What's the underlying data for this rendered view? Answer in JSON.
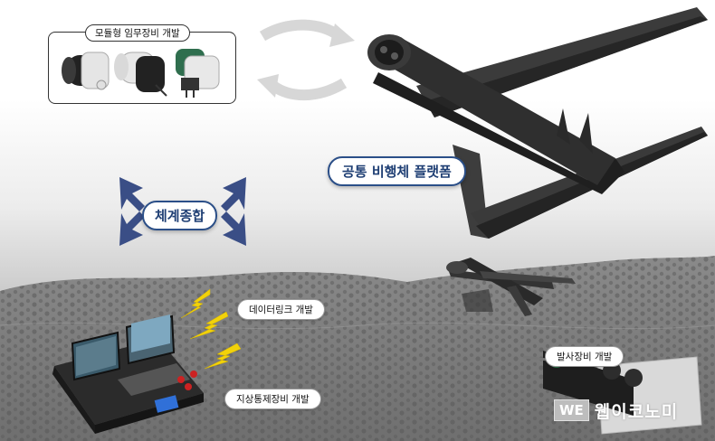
{
  "labels": {
    "module_mission": "모듈형 임무장비 개발",
    "common_platform": "공통 비행체 플랫폼",
    "integration": "체계종합",
    "datalink": "데이터링크 개발",
    "ground_control": "지상통제장비 개발",
    "launcher": "발사장비 개발"
  },
  "watermark": {
    "badge": "WE",
    "text": "웹이코노미"
  },
  "colors": {
    "accent_blue": "#2b4f88",
    "lightning": "#f2d20a",
    "drone": "#2e2e2e"
  }
}
